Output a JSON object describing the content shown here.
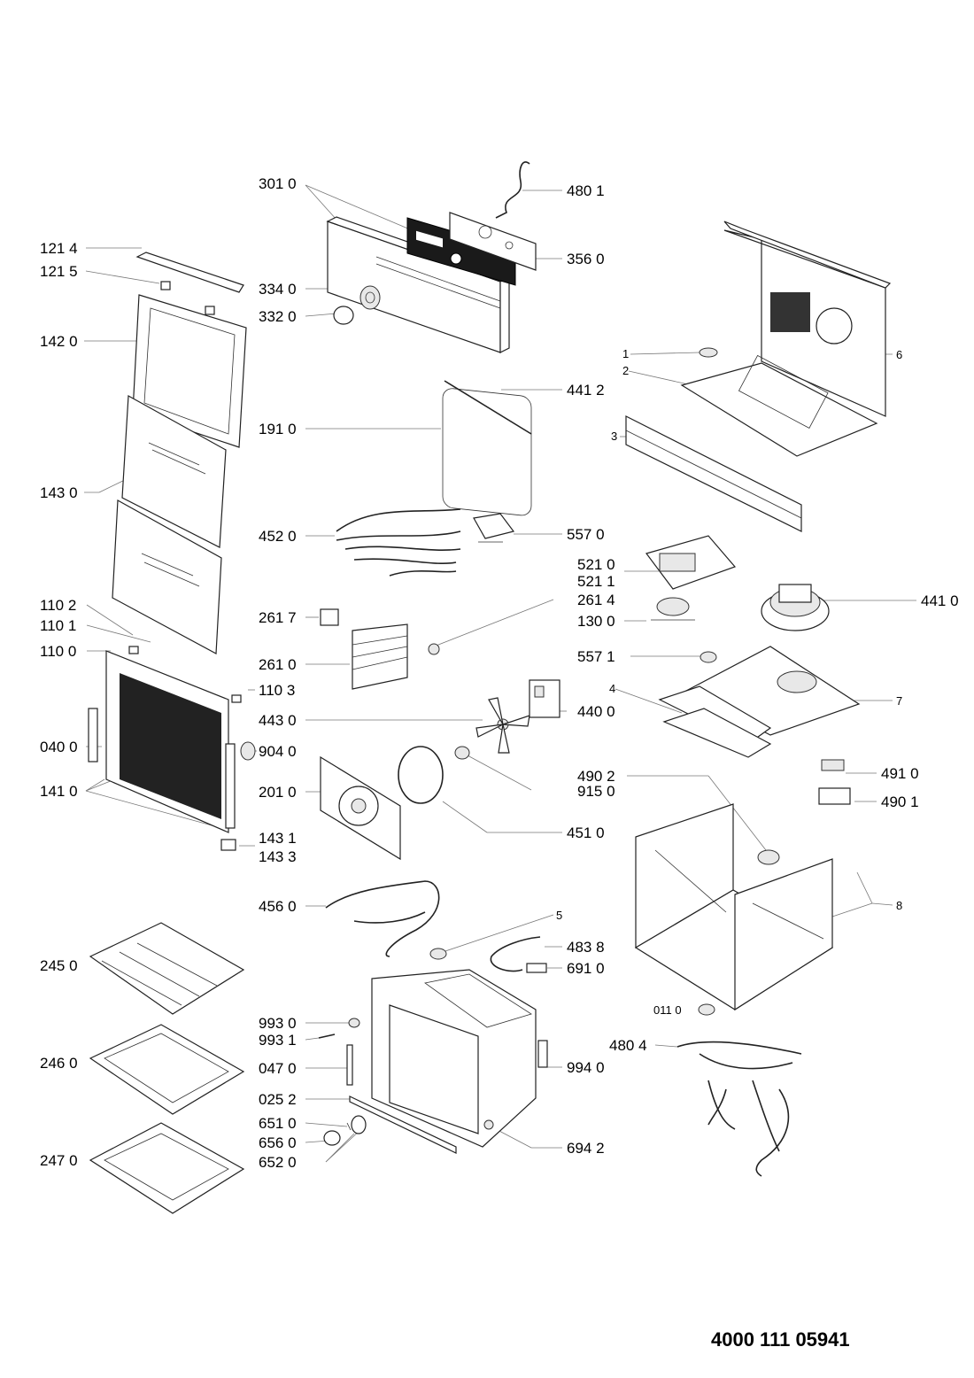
{
  "labels": {
    "l3010": "301 0",
    "l4801": "480 1",
    "l3560": "356 0",
    "l1214": "121 4",
    "l1215": "121 5",
    "l3340": "334 0",
    "l3320": "332 0",
    "l1420": "142 0",
    "l1": "1",
    "l2": "2",
    "l6": "6",
    "l3": "3",
    "l4412": "441 2",
    "l1910": "191 0",
    "l1430": "143 0",
    "l4520": "452 0",
    "l5570": "557 0",
    "l5210": "521 0",
    "l5211": "521 1",
    "l2617": "261 7",
    "l2614": "261 4",
    "l1300": "130 0",
    "l4410": "441 0",
    "l1102": "110 2",
    "l1101": "110 1",
    "l1100": "110 0",
    "l5571": "557 1",
    "l2610": "261 0",
    "l1103": "110 3",
    "l4": "4",
    "l7": "7",
    "l4430": "443 0",
    "l4400": "440 0",
    "l0400": "040 0",
    "l9040": "904 0",
    "l4902": "490 2",
    "l4910": "491 0",
    "l1410": "141 0",
    "l2010": "201 0",
    "l9150": "915 0",
    "l4901": "490 1",
    "l4510": "451 0",
    "l1431": "143 1",
    "l1433": "143 3",
    "l4560": "456 0",
    "l8": "8",
    "l5": "5",
    "l4838": "483 8",
    "l2450": "245 0",
    "l6910": "691 0",
    "l0110": "011 0",
    "l9930": "993 0",
    "l9931": "993 1",
    "l4804": "480 4",
    "l2460": "246 0",
    "l0470": "047 0",
    "l9940": "994 0",
    "l0252": "025 2",
    "l6510": "651 0",
    "l6560": "656 0",
    "l6942": "694 2",
    "l2470": "247 0",
    "l6520": "652 0"
  },
  "document_number": "4000 111 05941"
}
